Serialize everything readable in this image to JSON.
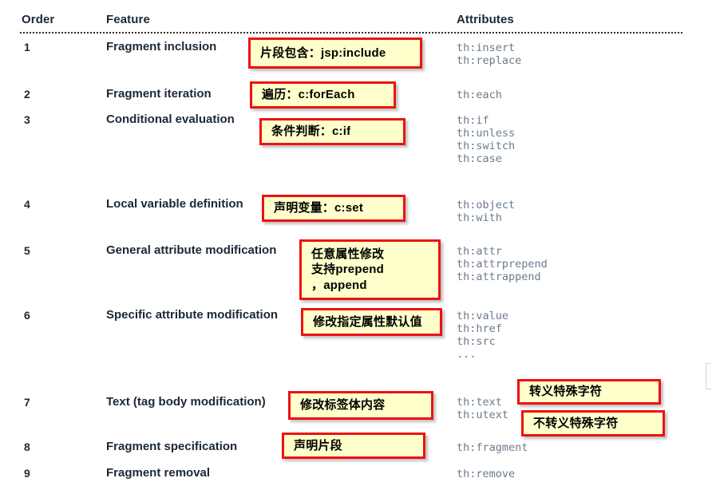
{
  "table": {
    "headers": {
      "order": "Order",
      "feature": "Feature",
      "attributes": "Attributes"
    },
    "rows": [
      {
        "order": "1",
        "feature": "Fragment inclusion",
        "attributes": "th:insert\nth:replace"
      },
      {
        "order": "2",
        "feature": "Fragment iteration",
        "attributes": "th:each"
      },
      {
        "order": "3",
        "feature": "Conditional evaluation",
        "attributes": "th:if\nth:unless\nth:switch\nth:case"
      },
      {
        "order": "4",
        "feature": "Local variable definition",
        "attributes": "th:object\nth:with"
      },
      {
        "order": "5",
        "feature": "General attribute modification",
        "attributes": "th:attr\nth:attrprepend\nth:attrappend"
      },
      {
        "order": "6",
        "feature": "Specific attribute modification",
        "attributes": "th:value\nth:href\nth:src\n..."
      },
      {
        "order": "7",
        "feature": "Text (tag body modification)",
        "attributes": "th:text\nth:utext"
      },
      {
        "order": "8",
        "feature": "Fragment specification",
        "attributes": "th:fragment"
      },
      {
        "order": "9",
        "feature": "Fragment removal",
        "attributes": "th:remove"
      }
    ]
  },
  "annotations": [
    {
      "id": "note-fragment-inclusion",
      "text": "片段包含：jsp:include"
    },
    {
      "id": "note-fragment-iteration",
      "text": "遍历：c:forEach"
    },
    {
      "id": "note-conditional",
      "text": "条件判断：c:if"
    },
    {
      "id": "note-local-variable",
      "text": "声明变量：c:set"
    },
    {
      "id": "note-general-attribute",
      "text": "任意属性修改\n支持prepend\n，append"
    },
    {
      "id": "note-specific-attribute",
      "text": "修改指定属性默认值"
    },
    {
      "id": "note-text-body",
      "text": "修改标签体内容"
    },
    {
      "id": "note-escape",
      "text": "转义特殊字符"
    },
    {
      "id": "note-no-escape",
      "text": "不转义特殊字符"
    },
    {
      "id": "note-fragment-spec",
      "text": "声明片段"
    }
  ],
  "colors": {
    "note_background": "#ffffcc",
    "note_border": "#ee1111",
    "header_text": "#1b2838",
    "attribute_text": "#6b7b8c",
    "page_background": "#ffffff"
  }
}
